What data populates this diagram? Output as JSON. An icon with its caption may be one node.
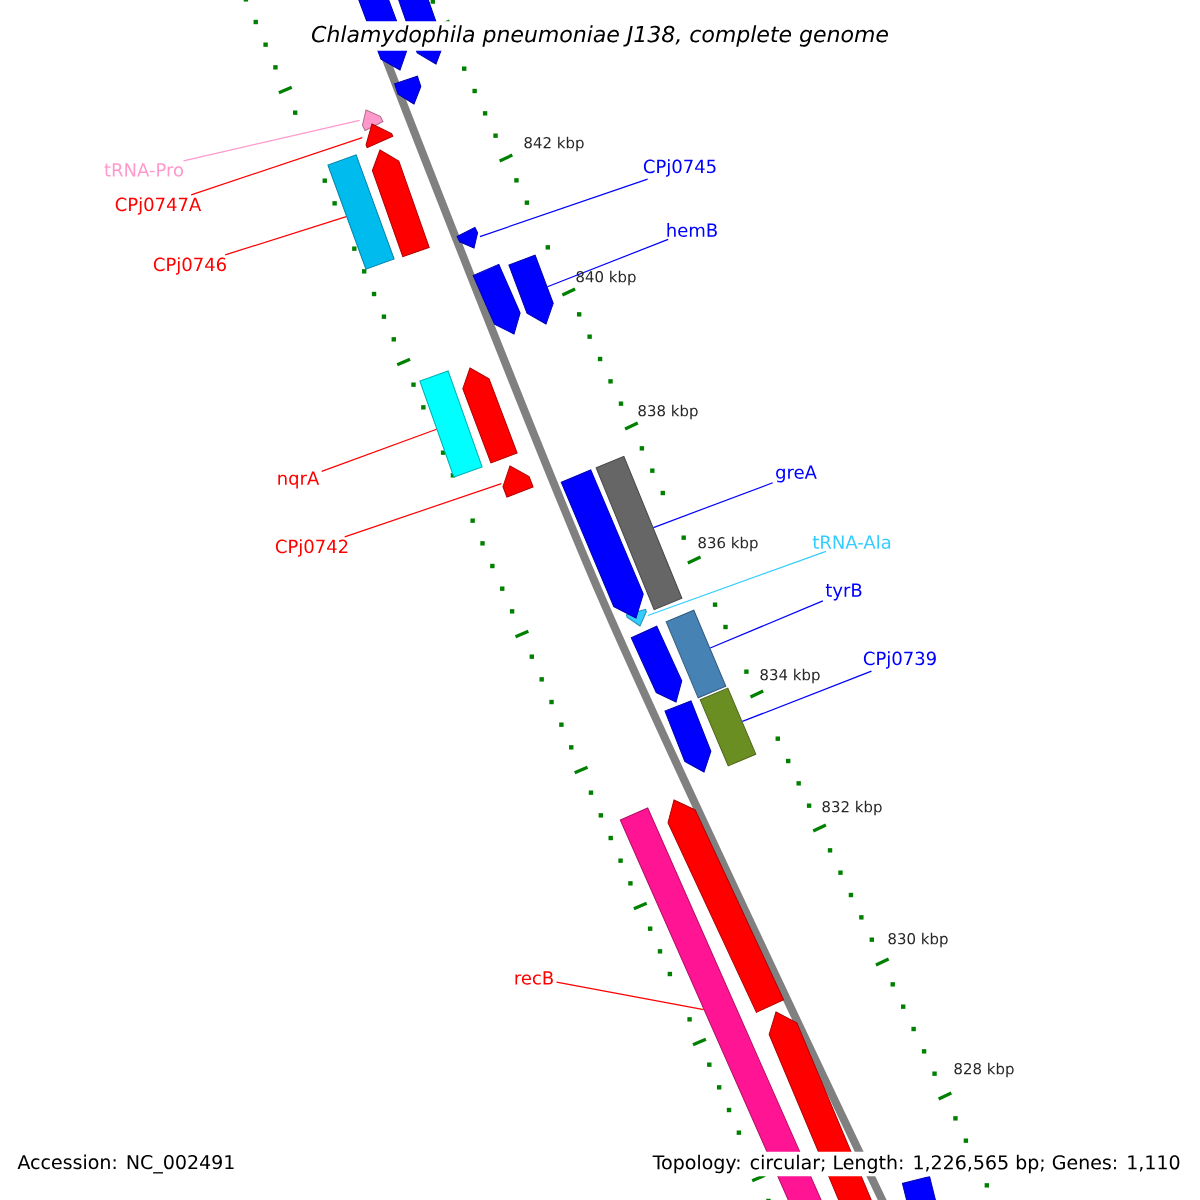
{
  "diagram": {
    "title": "Chlamydophila pneumoniae J138, complete genome",
    "nodes": [
      {
        "text": [
          "tRNA-Pro"
        ]
      },
      {
        "text": [
          "CPj0747A"
        ]
      },
      {
        "text": [
          "CPj0746"
        ]
      },
      {
        "text": [
          "nqrA"
        ]
      },
      {
        "text": [
          "CPj0742"
        ]
      },
      {
        "text": [
          "recB"
        ]
      },
      {
        "text": [
          "CPj0745"
        ]
      },
      {
        "text": [
          "hemB"
        ]
      },
      {
        "text": [
          "greA"
        ]
      },
      {
        "text": [
          "tRNA-Ala"
        ]
      },
      {
        "text": [
          "tyrB"
        ]
      },
      {
        "text": [
          "CPj0739"
        ]
      },
      {
        "text": [],
        "shape": "bar"
      },
      {
        "text": [],
        "shape": "bar"
      },
      {
        "text": [],
        "shape": "bar"
      },
      {
        "text": [],
        "shape": "bar"
      },
      {
        "text": [],
        "shape": "bar"
      },
      {
        "text": [],
        "shape": "bar"
      },
      {
        "text": [],
        "shape": "bar"
      },
      {
        "text": [],
        "shape": "bar"
      },
      {
        "text": [],
        "shape": "bar"
      },
      {
        "text": [],
        "shape": "bar"
      },
      {
        "text": [],
        "shape": "bar"
      },
      {
        "text": [],
        "shape": "bar"
      },
      {
        "text": [],
        "shape": "bar"
      },
      {
        "text": [],
        "shape": "bar"
      },
      {
        "text": [],
        "shape": "bar"
      },
      {
        "text": [],
        "shape": "bar"
      },
      {
        "text": [],
        "shape": "bar"
      },
      {
        "text": [],
        "shape": "bar"
      },
      {
        "text": [],
        "shape": "bar"
      },
      {
        "text": [],
        "shape": "bar"
      },
      {
        "text": [],
        "shape": "bar"
      },
      {
        "text": [],
        "shape": "bar"
      },
      {
        "text": [],
        "shape": "bar"
      },
      {
        "text": [],
        "shape": "bar"
      }
    ],
    "edges": [
      {
        "from": 0,
        "to": 12,
        "arrow": "none",
        "color": "#ff99cc"
      },
      {
        "from": 1,
        "to": 13,
        "arrow": "none",
        "color": "#ff0000"
      },
      {
        "from": 2,
        "to": 14,
        "arrow": "none",
        "color": "#ff0000"
      },
      {
        "from": 3,
        "to": 15,
        "arrow": "none",
        "color": "#ff0000"
      },
      {
        "from": 4,
        "to": 16,
        "arrow": "none",
        "color": "#ff0000"
      },
      {
        "from": 5,
        "to": 17,
        "arrow": "none",
        "color": "#ff0000"
      },
      {
        "from": 6,
        "to": 18,
        "arrow": "none",
        "color": "#0000ff"
      },
      {
        "from": 7,
        "to": 19,
        "arrow": "none",
        "color": "#0000ff"
      },
      {
        "from": 8,
        "to": 20,
        "arrow": "none",
        "color": "#0000ff"
      },
      {
        "from": 9,
        "to": 21,
        "arrow": "none",
        "color": "#33ccff"
      },
      {
        "from": 10,
        "to": 22,
        "arrow": "none",
        "color": "#0000ff"
      },
      {
        "from": 11,
        "to": 23,
        "arrow": "none",
        "color": "#0000ff"
      }
    ],
    "labels": [
      "842 kbp",
      "840 kbp",
      "838 kbp",
      "836 kbp",
      "834 kbp",
      "832 kbp",
      "830 kbp",
      "828 kbp",
      "Accession: NC_002491",
      "Topology: circular; Length: 1,226,565 bp; Genes: 1,110"
    ]
  }
}
